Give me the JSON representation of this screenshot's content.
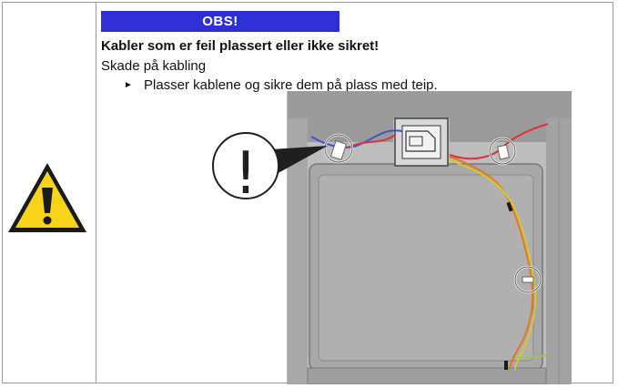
{
  "notice": {
    "label": "OBS!",
    "heading": "Kabler som er feil plassert eller ikke sikret!",
    "consequence": "Skade på kabling",
    "instruction_marker": "►",
    "instruction": "Plasser kablene og sikre dem på plass med teip."
  },
  "figure": {
    "callout_symbol": "!"
  },
  "colors": {
    "obs_bar": "#2f2fd8",
    "warning_yellow": "#f7d417",
    "cable_red": "#d8343a",
    "cable_blue": "#3a55c8",
    "cable_orange": "#e07a2a",
    "cable_yellow": "#d7c92c"
  },
  "icons": {
    "warning": "warning-triangle-icon",
    "callout": "exclamation-callout-icon"
  }
}
